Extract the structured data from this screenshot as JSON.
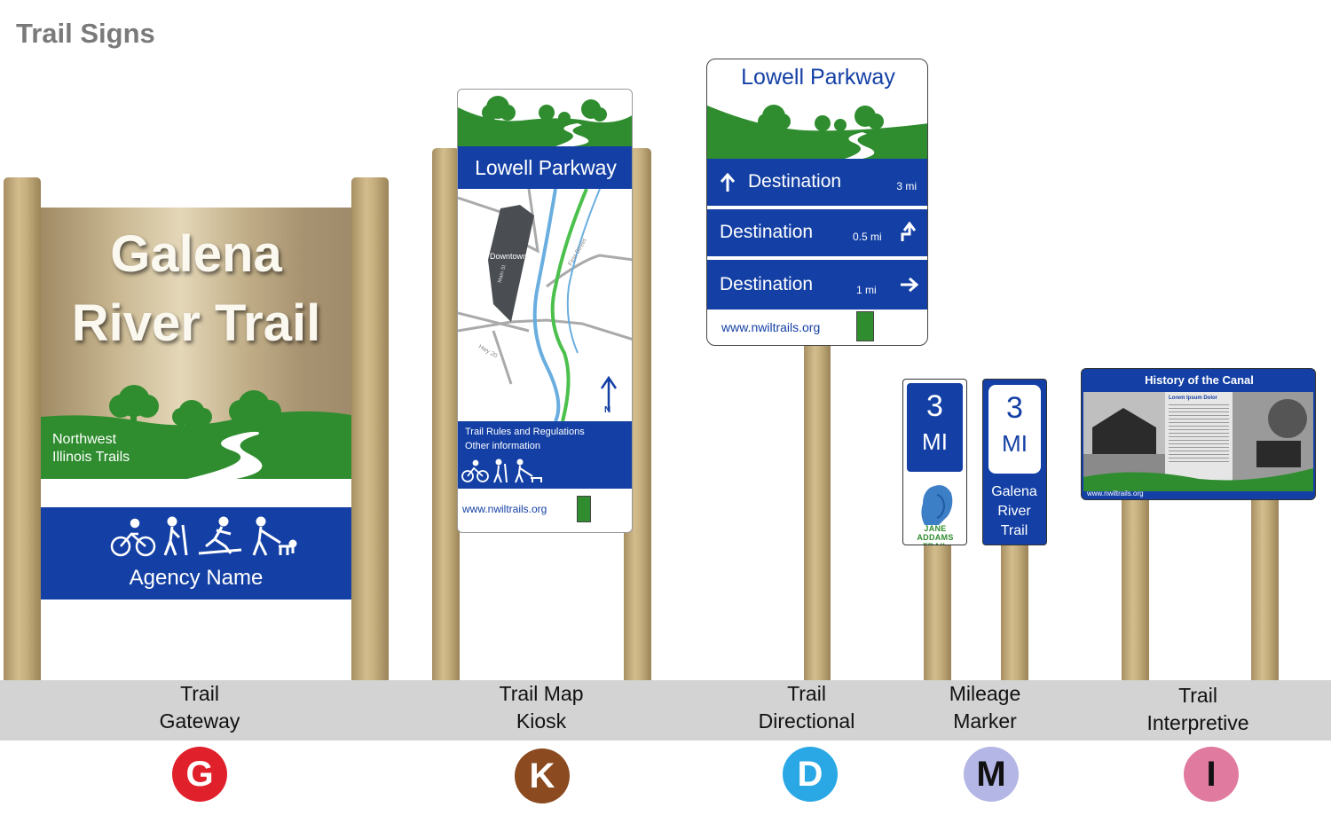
{
  "page_title": "Trail Signs",
  "colors": {
    "sign_blue": "#1440a5",
    "grass_green": "#2f8d2f",
    "gateway_badge": "#e0202a",
    "kiosk_badge": "#8b4a1f",
    "directional_badge": "#2aa8e6",
    "mileage_badge": "#b4b6e6",
    "interpretive_badge": "#e07a9e"
  },
  "gateway": {
    "title_line1": "Galena",
    "title_line2": "River Trail",
    "org_line1": "Northwest",
    "org_line2": "Illinois Trails",
    "agency": "Agency Name",
    "icons": [
      "bicycle-icon",
      "hiker-icon",
      "skier-icon",
      "dog-walker-icon"
    ]
  },
  "kiosk": {
    "title": "Lowell Parkway",
    "map_labels": {
      "downtown": "Downtown",
      "main_st": "Main St",
      "first_street": "First Street",
      "hwy": "Hwy 20",
      "north": "N"
    },
    "rules": "Trail Rules and Regulations",
    "other": "Other information",
    "url": "www.nwiltrails.org"
  },
  "directional": {
    "title": "Lowell Parkway",
    "rows": [
      {
        "label": "Destination",
        "distance": "3 mi",
        "arrow": "up-arrow-icon"
      },
      {
        "label": "Destination",
        "distance": "0.5 mi",
        "arrow": "turn-up-arrow-icon"
      },
      {
        "label": "Destination",
        "distance": "1 mi",
        "arrow": "right-arrow-icon"
      }
    ],
    "url": "www.nwiltrails.org"
  },
  "mileage": {
    "marker1": {
      "number": "3",
      "unit": "MI",
      "trail": "JANE ADDAMS TRAIL"
    },
    "marker2": {
      "number": "3",
      "unit": "MI",
      "line1": "Galena",
      "line2": "River",
      "line3": "Trail"
    }
  },
  "interpretive": {
    "title": "History of the Canal",
    "body_title": "Lorem Ipsum Dolor",
    "url": "www.nwiltrails.org"
  },
  "types": [
    {
      "line1": "Trail",
      "line2": "Gateway",
      "letter": "G"
    },
    {
      "line1": "Trail Map",
      "line2": "Kiosk",
      "letter": "K"
    },
    {
      "line1": "Trail",
      "line2": "Directional",
      "letter": "D"
    },
    {
      "line1": "Mileage",
      "line2": "Marker",
      "letter": "M"
    },
    {
      "line1": "Trail",
      "line2": "Interpretive",
      "letter": "I"
    }
  ]
}
